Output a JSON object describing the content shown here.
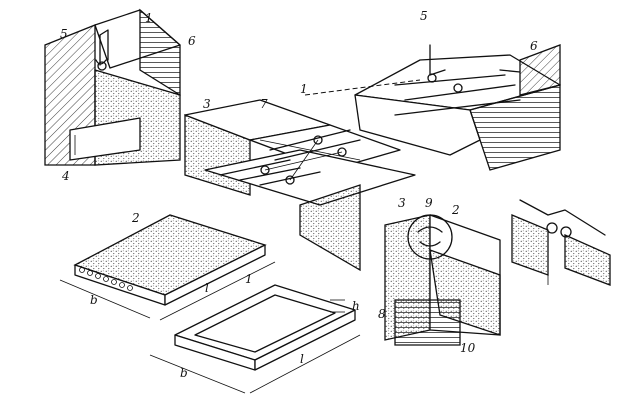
{
  "labels": {
    "n1a": "1",
    "n1b": "1",
    "n1c": "1",
    "n2a": "2",
    "n2b": "2",
    "n3a": "3",
    "n3b": "3",
    "n4": "4",
    "n5a": "5",
    "n5b": "5",
    "n6a": "6",
    "n6b": "6",
    "n7": "7",
    "n8": "8",
    "n9": "9",
    "n10": "10",
    "dim_b1": "b",
    "dim_l1": "l",
    "dim_b2": "b",
    "dim_l2": "l",
    "dim_h": "h"
  }
}
